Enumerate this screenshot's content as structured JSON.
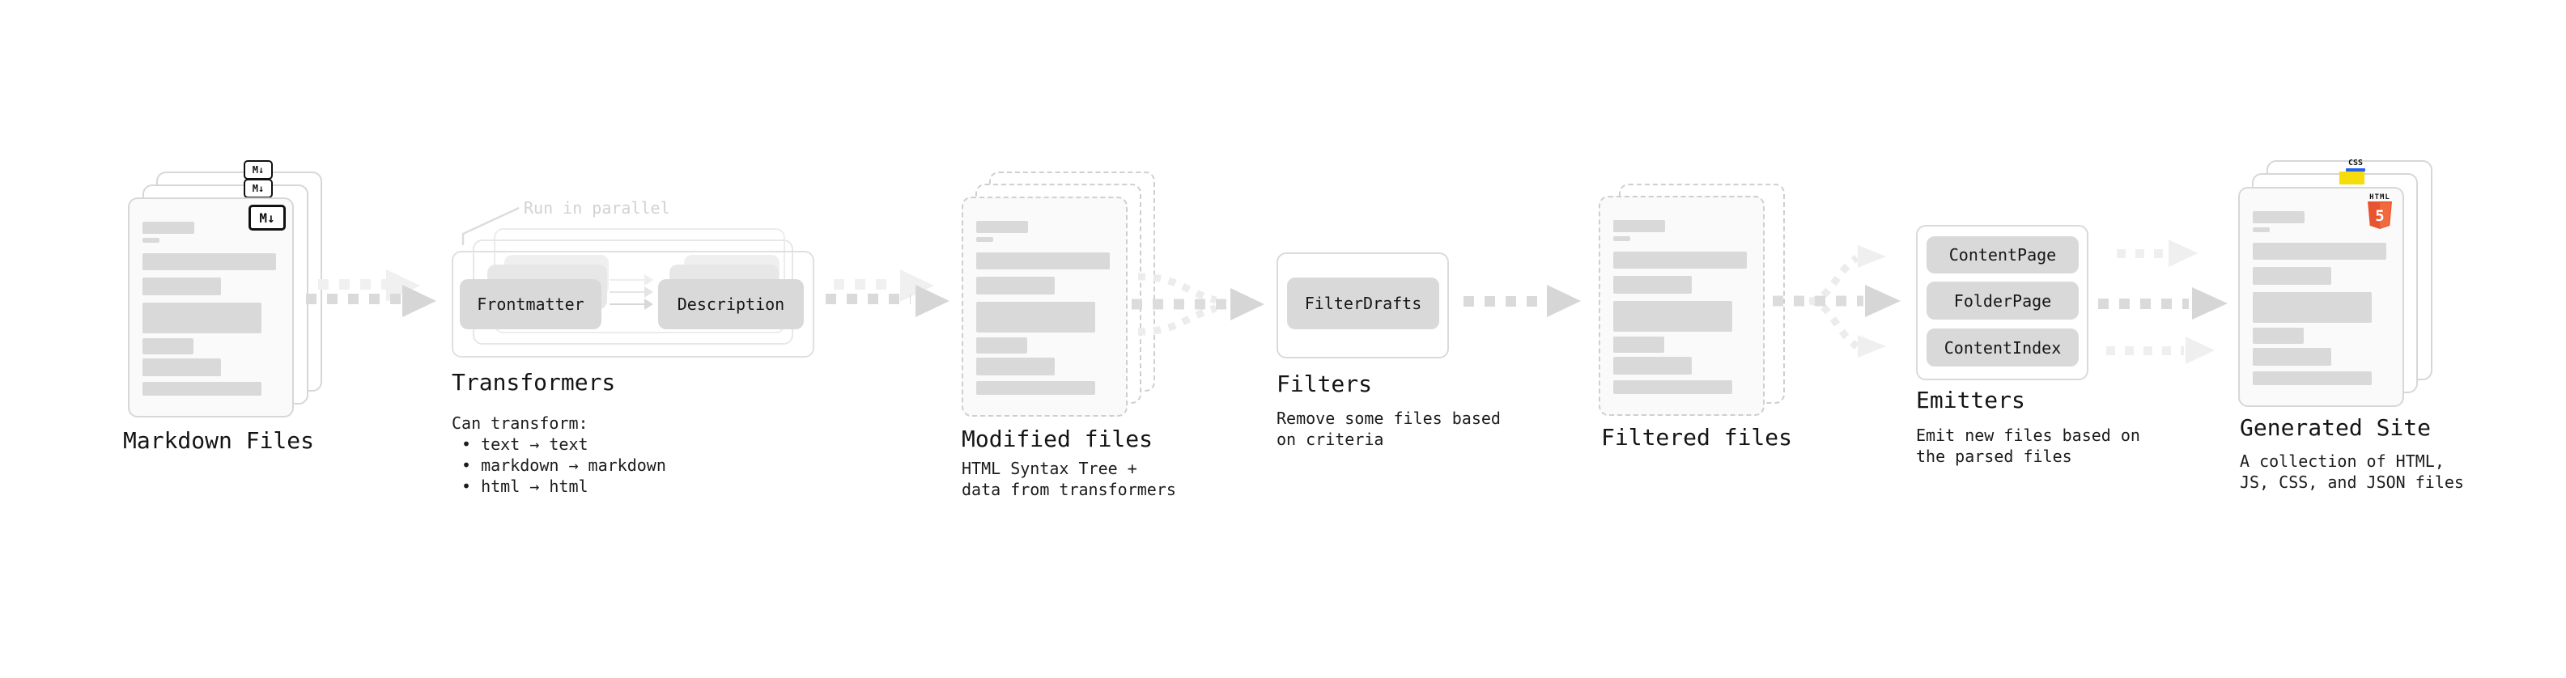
{
  "diagram": {
    "stages": {
      "markdown_files": {
        "label": "Markdown Files",
        "badge": "M↓"
      },
      "transformers": {
        "label": "Transformers",
        "note": "Run in parallel",
        "input_box": "Frontmatter",
        "output_box": "Description",
        "desc_title": "Can transform:",
        "desc_items": [
          "• text → text",
          "• markdown → markdown",
          "• html → html"
        ]
      },
      "modified_files": {
        "label": "Modified files",
        "desc_lines": [
          "HTML Syntax Tree +",
          "data from transformers"
        ]
      },
      "filters": {
        "label": "Filters",
        "box": "FilterDrafts",
        "desc_lines": [
          "Remove some files based",
          "on criteria"
        ]
      },
      "filtered_files": {
        "label": "Filtered files"
      },
      "emitters": {
        "label": "Emitters",
        "boxes": [
          "ContentPage",
          "FolderPage",
          "ContentIndex"
        ],
        "desc_lines": [
          "Emit new files based on",
          "the parsed files"
        ]
      },
      "generated_site": {
        "label": "Generated Site",
        "desc_lines": [
          "A collection of HTML,",
          "JS, CSS, and JSON files"
        ],
        "badges": {
          "html_word": "HTML",
          "html_shield": "5",
          "css": "CSS"
        }
      }
    },
    "colors": {
      "html_orange": "#e8542f",
      "js_yellow": "#f7dc0c",
      "css_blue": "#2563eb"
    }
  }
}
